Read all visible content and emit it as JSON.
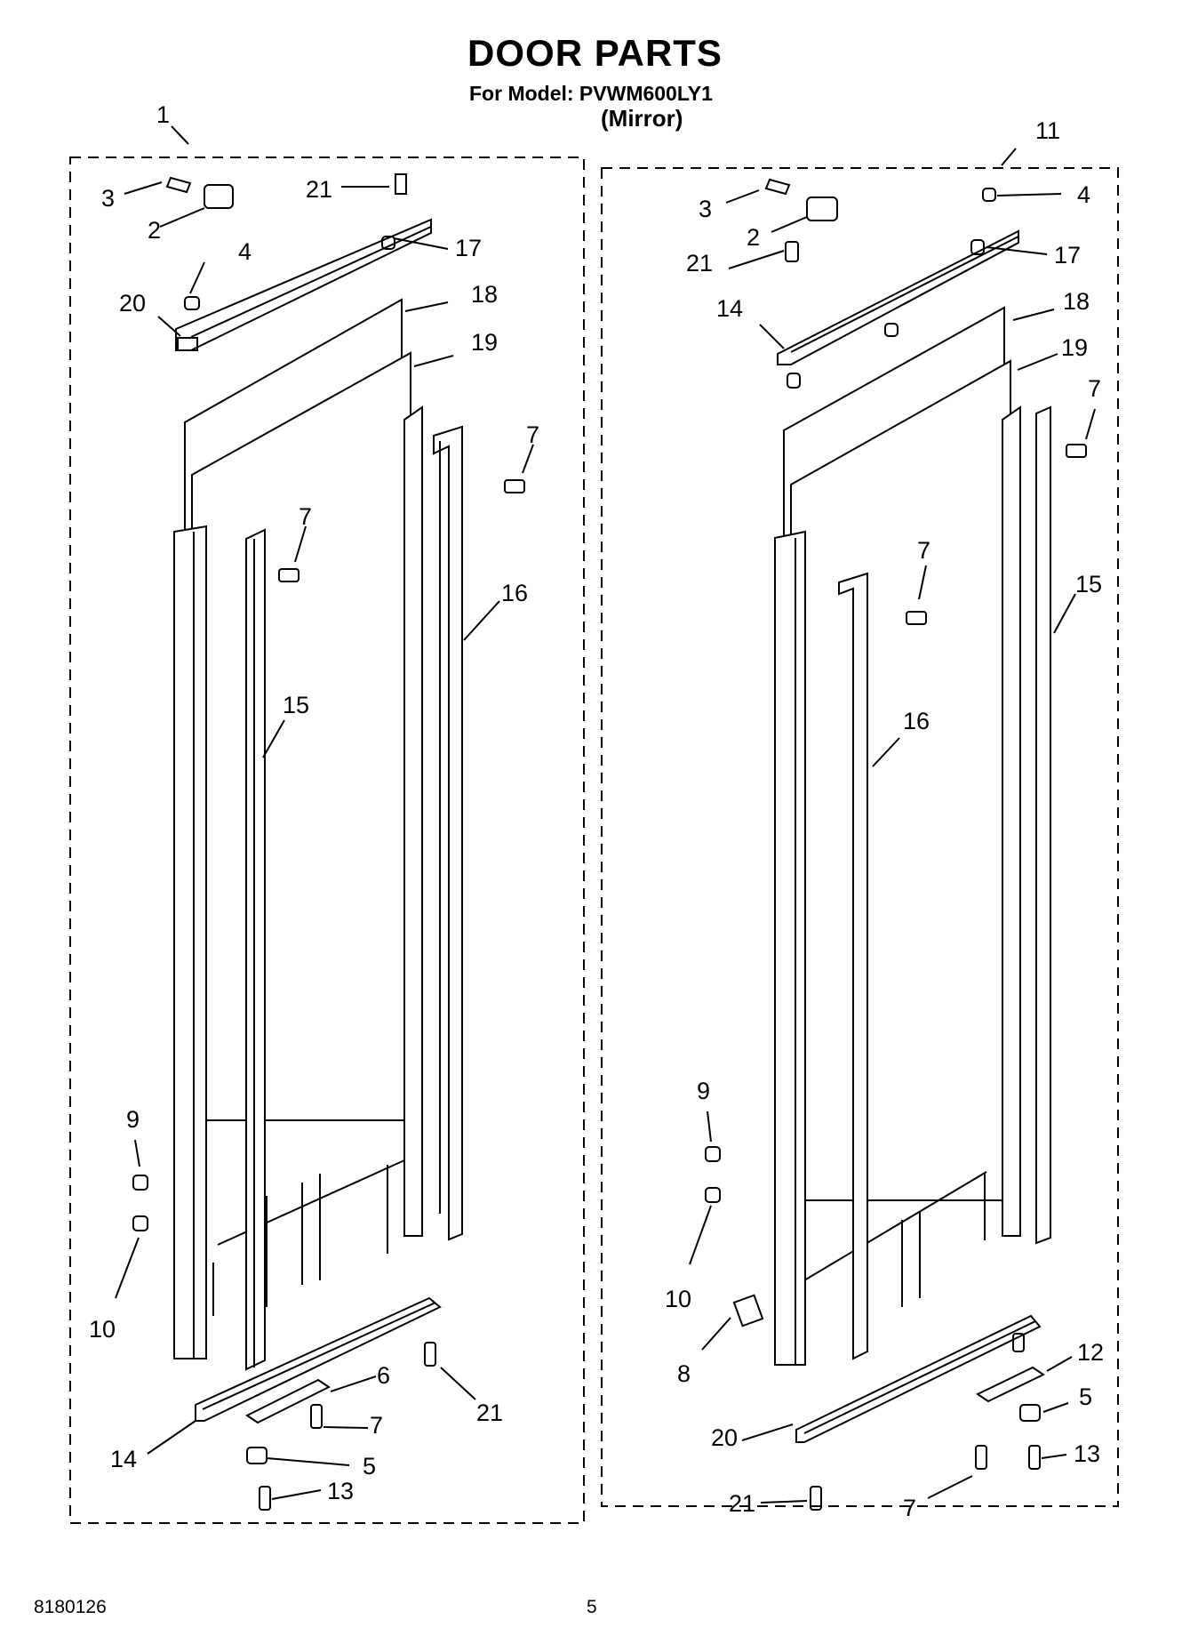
{
  "header": {
    "title": "DOOR PARTS",
    "model_line": "For Model: PVWM600LY1",
    "variant": "(Mirror)"
  },
  "footer": {
    "doc_number": "8180126",
    "page_number": "5"
  },
  "assemblies": [
    {
      "id": "left",
      "callouts": [
        "1",
        "3",
        "2",
        "21",
        "4",
        "17",
        "20",
        "18",
        "19",
        "7",
        "7",
        "16",
        "15",
        "9",
        "10",
        "6",
        "21",
        "7",
        "14",
        "5",
        "13"
      ]
    },
    {
      "id": "right",
      "callouts": [
        "11",
        "3",
        "4",
        "2",
        "21",
        "17",
        "14",
        "18",
        "19",
        "7",
        "7",
        "15",
        "16",
        "9",
        "10",
        "8",
        "12",
        "5",
        "20",
        "13",
        "21",
        "7"
      ]
    }
  ]
}
